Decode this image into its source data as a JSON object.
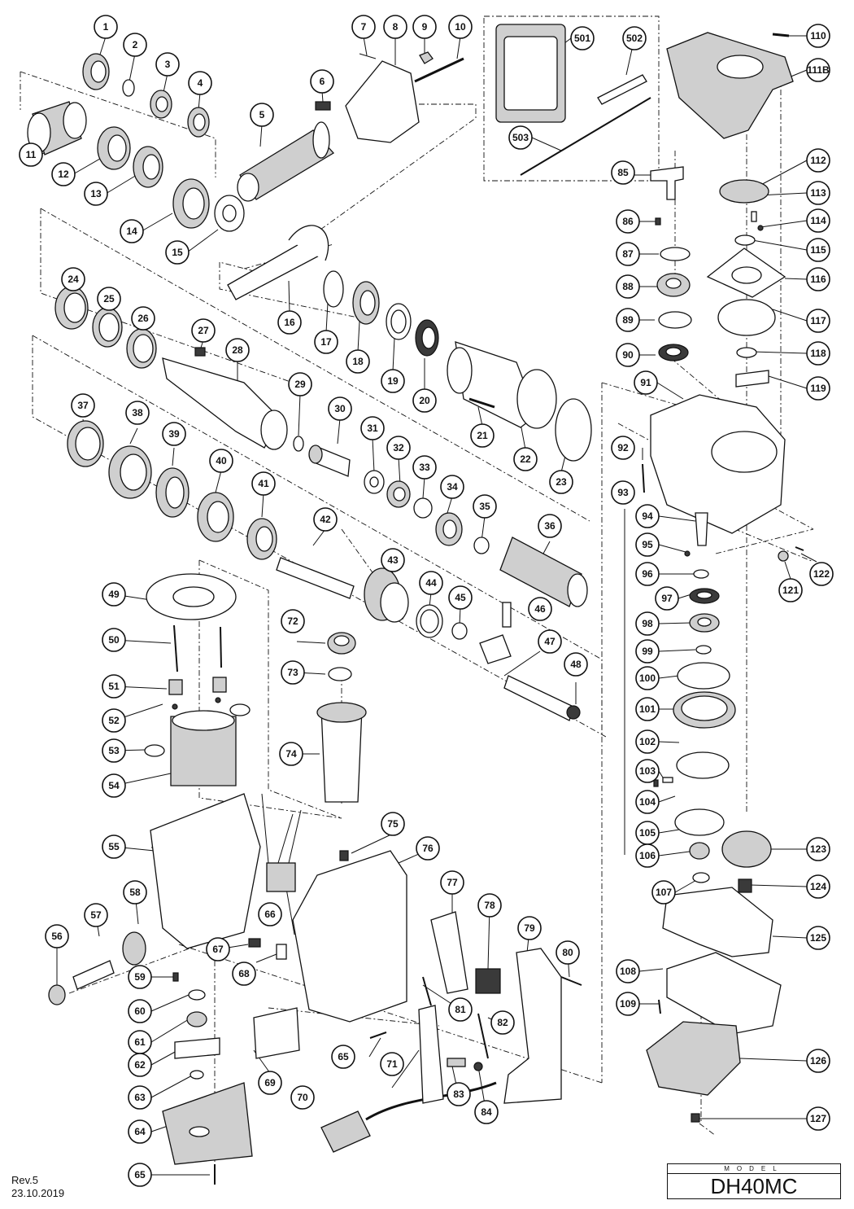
{
  "revision": {
    "rev": "Rev.5",
    "date": "23.10.2019"
  },
  "model": {
    "label": "MODEL",
    "name": "DH40MC"
  },
  "callouts": {
    "c1": "1",
    "c2": "2",
    "c3": "3",
    "c4": "4",
    "c5": "5",
    "c6": "6",
    "c7": "7",
    "c8": "8",
    "c9": "9",
    "c10": "10",
    "c11": "11",
    "c12": "12",
    "c13": "13",
    "c14": "14",
    "c15": "15",
    "c16": "16",
    "c17": "17",
    "c18": "18",
    "c19": "19",
    "c20": "20",
    "c21": "21",
    "c22": "22",
    "c23": "23",
    "c24": "24",
    "c25": "25",
    "c26": "26",
    "c27": "27",
    "c28": "28",
    "c29": "29",
    "c30": "30",
    "c31": "31",
    "c32": "32",
    "c33": "33",
    "c34": "34",
    "c35": "35",
    "c36": "36",
    "c37": "37",
    "c38": "38",
    "c39": "39",
    "c40": "40",
    "c41": "41",
    "c42": "42",
    "c43": "43",
    "c44": "44",
    "c45": "45",
    "c46": "46",
    "c47": "47",
    "c48": "48",
    "c49": "49",
    "c50": "50",
    "c51": "51",
    "c52": "52",
    "c53": "53",
    "c54": "54",
    "c55": "55",
    "c56": "56",
    "c57": "57",
    "c58": "58",
    "c59": "59",
    "c60": "60",
    "c61": "61",
    "c62": "62",
    "c63": "63",
    "c64": "64",
    "c65a": "65",
    "c65b": "65",
    "c66": "66",
    "c67": "67",
    "c68": "68",
    "c69": "69",
    "c70": "70",
    "c71": "71",
    "c72": "72",
    "c73": "73",
    "c74": "74",
    "c75": "75",
    "c76": "76",
    "c77": "77",
    "c78": "78",
    "c79": "79",
    "c80": "80",
    "c81": "81",
    "c82": "82",
    "c83": "83",
    "c84": "84",
    "c85": "85",
    "c86": "86",
    "c87": "87",
    "c88": "88",
    "c89": "89",
    "c90": "90",
    "c91": "91",
    "c92": "92",
    "c93": "93",
    "c94": "94",
    "c95": "95",
    "c96": "96",
    "c97": "97",
    "c98": "98",
    "c99": "99",
    "c100": "100",
    "c101": "101",
    "c102": "102",
    "c103": "103",
    "c104": "104",
    "c105": "105",
    "c106": "106",
    "c107": "107",
    "c108": "108",
    "c109": "109",
    "c110": "110",
    "c111b": "111B",
    "c112": "112",
    "c113": "113",
    "c114": "114",
    "c115": "115",
    "c116": "116",
    "c117": "117",
    "c118": "118",
    "c119": "119",
    "c121": "121",
    "c122": "122",
    "c123": "123",
    "c124": "124",
    "c125": "125",
    "c126": "126",
    "c127": "127",
    "c501": "501",
    "c502": "502",
    "c503": "503"
  }
}
